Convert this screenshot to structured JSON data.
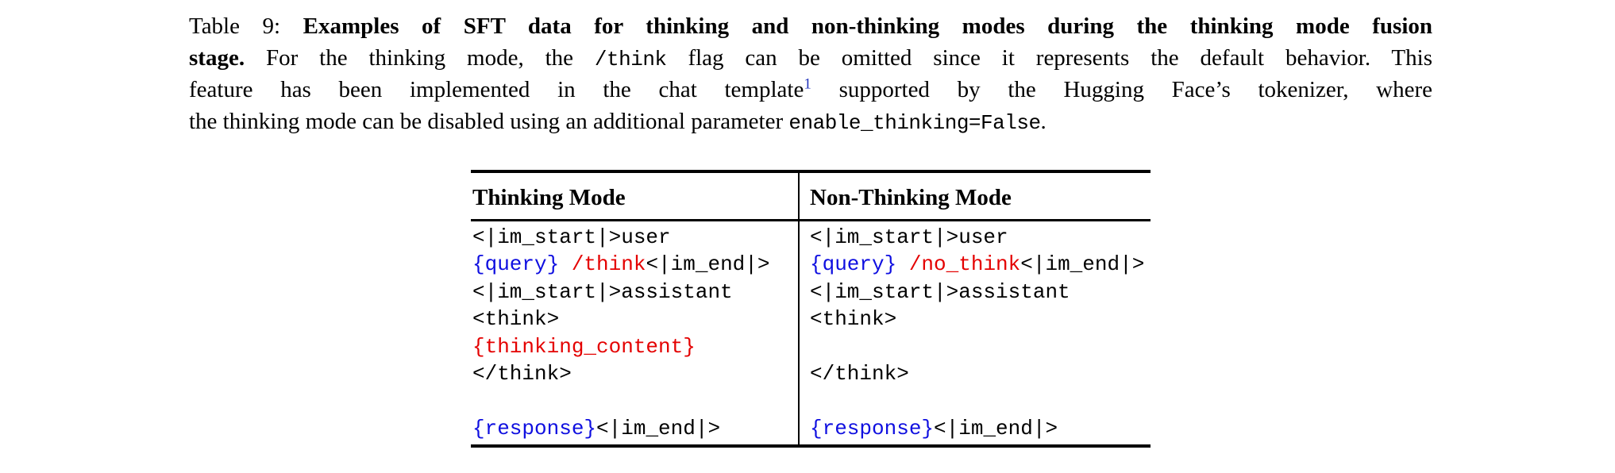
{
  "colors": {
    "code_blue": "#0f0fe0",
    "code_red": "#e40000",
    "footnote_link_blue": "#2233bb",
    "text_black": "#000000",
    "rule_black": "#000000"
  },
  "caption": {
    "line1": {
      "label": "Table 9: ",
      "bold": "Examples of SFT data for thinking and non-thinking modes during the thinking mode fusion"
    },
    "line2": {
      "bold": "stage.",
      "text1": " For the thinking mode, the ",
      "code": "/think",
      "text2": " flag can be omitted since it represents the default behavior. This"
    },
    "line3": {
      "text1": "feature has been implemented in the chat template",
      "footnote": "1",
      "text2": " supported by the Hugging Face’s tokenizer, where"
    },
    "line4": {
      "text1": "the thinking mode can be disabled using an additional parameter ",
      "code": "enable_thinking=False",
      "text2": "."
    }
  },
  "table": {
    "headers": [
      "Thinking Mode",
      "Non-Thinking Mode"
    ],
    "thinking_code": [
      [
        {
          "text": "<|im_start|>user",
          "color": "black"
        }
      ],
      [
        {
          "text": "{query}",
          "color": "blue"
        },
        {
          "text": " ",
          "color": "black"
        },
        {
          "text": "/think",
          "color": "red"
        },
        {
          "text": "<|im_end|>",
          "color": "black"
        }
      ],
      [
        {
          "text": "<|im_start|>assistant",
          "color": "black"
        }
      ],
      [
        {
          "text": "<think>",
          "color": "black"
        }
      ],
      [
        {
          "text": "{thinking_content}",
          "color": "red"
        }
      ],
      [
        {
          "text": "</think>",
          "color": "black"
        }
      ],
      [],
      [
        {
          "text": "{response}",
          "color": "blue"
        },
        {
          "text": "<|im_end|>",
          "color": "black"
        }
      ]
    ],
    "non_thinking_code": [
      [
        {
          "text": "<|im_start|>user",
          "color": "black"
        }
      ],
      [
        {
          "text": "{query}",
          "color": "blue"
        },
        {
          "text": " ",
          "color": "black"
        },
        {
          "text": "/no_think",
          "color": "red"
        },
        {
          "text": "<|im_end|>",
          "color": "black"
        }
      ],
      [
        {
          "text": "<|im_start|>assistant",
          "color": "black"
        }
      ],
      [
        {
          "text": "<think>",
          "color": "black"
        }
      ],
      [],
      [
        {
          "text": "</think>",
          "color": "black"
        }
      ],
      [],
      [
        {
          "text": "{response}",
          "color": "blue"
        },
        {
          "text": "<|im_end|>",
          "color": "black"
        }
      ]
    ]
  }
}
